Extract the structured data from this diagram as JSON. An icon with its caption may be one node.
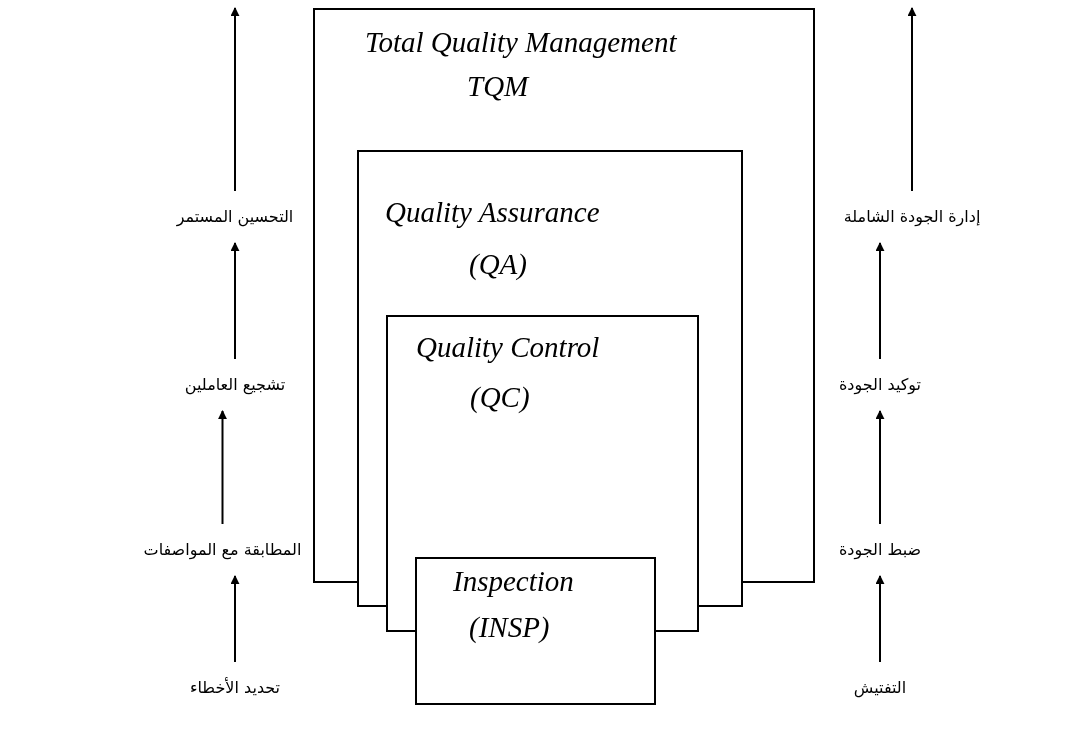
{
  "diagram": {
    "nodes": [
      {
        "text": [
          "Total Quality Management",
          "TQM"
        ]
      },
      {
        "text": [
          "Quality Assurance",
          "(QA)"
        ],
        "in": 0
      },
      {
        "text": [
          "Quality Control",
          "(QC)"
        ],
        "in": 1
      },
      {
        "text": [
          "Inspection",
          "(INSP)"
        ]
      },
      {
        "text": [
          "التحسين المستمر"
        ]
      },
      {
        "text": [
          "تشجيع العاملين"
        ]
      },
      {
        "text": [
          "المطابقة مع المواصفات"
        ]
      },
      {
        "text": [
          "تحديد الأخطاء"
        ]
      },
      {
        "text": [
          "إدارة الجودة الشاملة"
        ]
      },
      {
        "text": [
          "توكيد الجودة"
        ]
      },
      {
        "text": [
          "ضبط الجودة"
        ]
      },
      {
        "text": [
          "التفتيش"
        ]
      }
    ],
    "edges": [
      {
        "from": 7,
        "to": 6,
        "arrow": "to"
      },
      {
        "from": 6,
        "to": 5,
        "arrow": "to"
      },
      {
        "from": 5,
        "to": 4,
        "arrow": "to"
      },
      {
        "from": 4,
        "to": null,
        "arrow": "to"
      },
      {
        "from": 11,
        "to": 10,
        "arrow": "to"
      },
      {
        "from": 10,
        "to": 9,
        "arrow": "to"
      },
      {
        "from": 9,
        "to": 8,
        "arrow": "to"
      },
      {
        "from": 8,
        "to": null,
        "arrow": "to"
      }
    ]
  }
}
